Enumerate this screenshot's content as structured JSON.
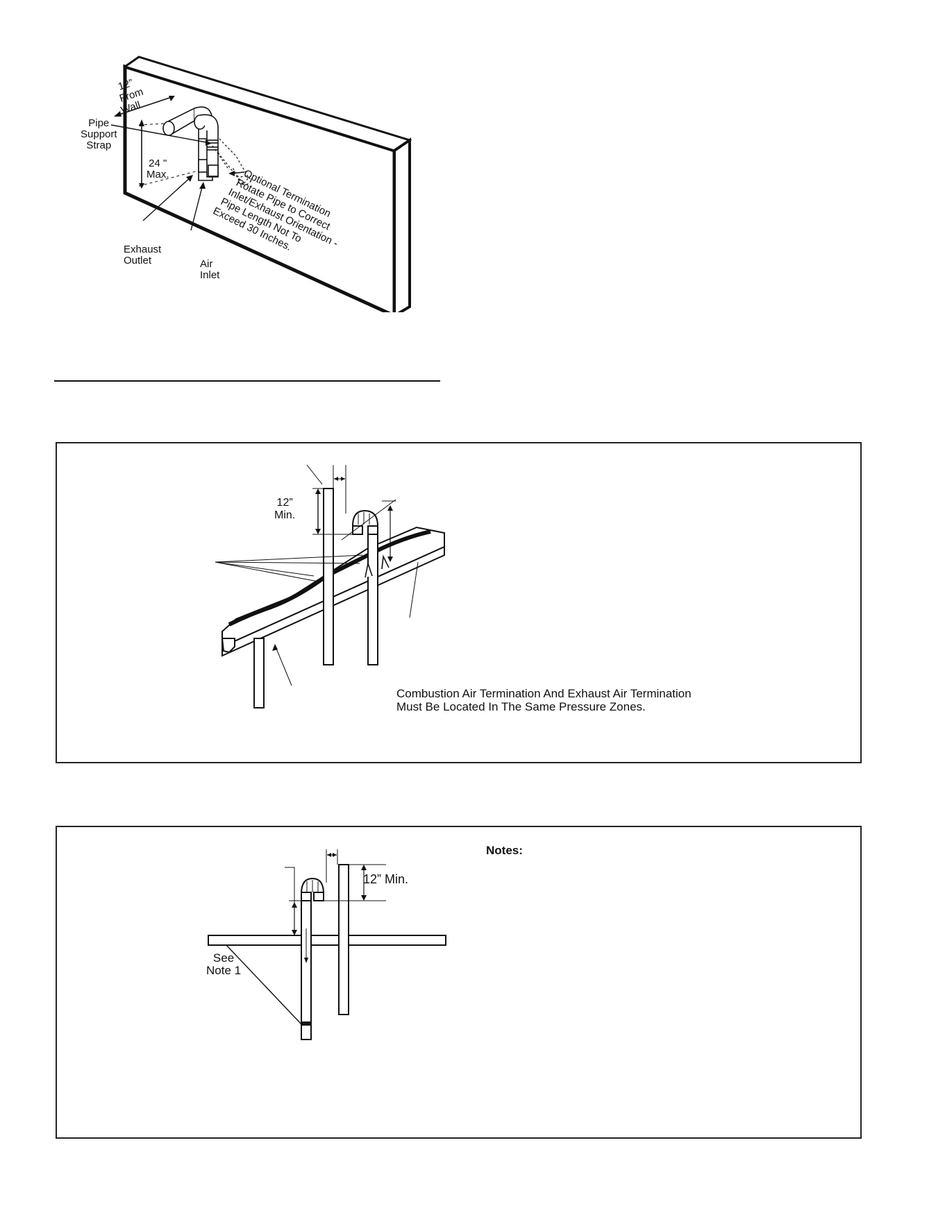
{
  "figure1": {
    "label_12_from": "12”",
    "label_from": "From",
    "label_wall": "Wall",
    "label_pipe": "Pipe",
    "label_support": "Support",
    "label_strap": "Strap",
    "label_24": "24 \"",
    "label_max": "Max.",
    "label_exhaust": "Exhaust",
    "label_outlet": "Outlet",
    "label_air": "Air",
    "label_inlet": "Inlet",
    "optional_lines": [
      "Optional Termination",
      "Rotate Pipe to Correct",
      "Inlet/Exhaust Orientation -",
      "Pipe Length Not To",
      "Exceed 30 Inches."
    ]
  },
  "figure2": {
    "label_12": "12”",
    "label_min": "Min.",
    "caption_line1": "Combustion Air Termination And Exhaust Air Termination",
    "caption_line2": "Must Be Located In The Same Pressure Zones."
  },
  "figure3": {
    "label_12_min": "12” Min.",
    "label_see": "See",
    "label_note1": "Note 1",
    "notes_heading": "Notes:"
  }
}
